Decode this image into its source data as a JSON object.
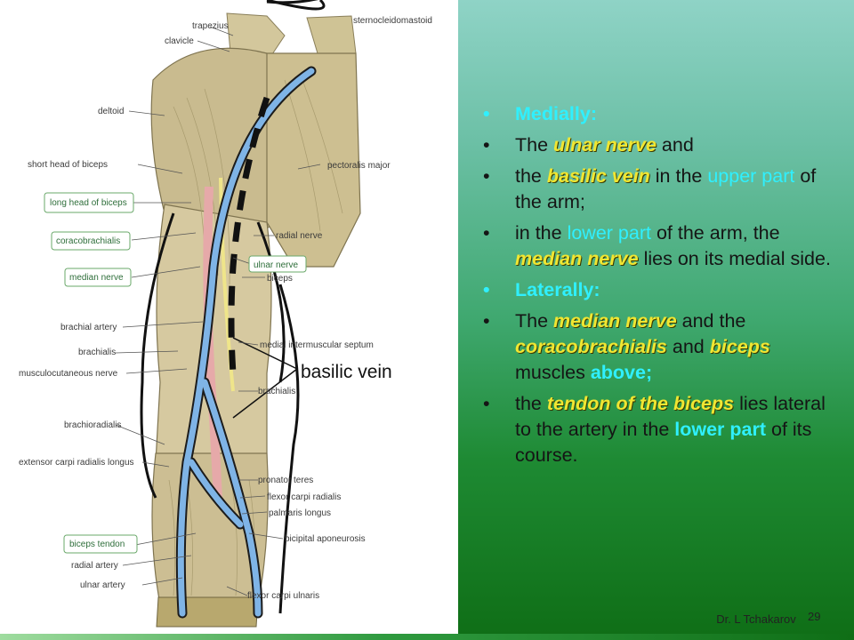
{
  "illustration": {
    "labels": {
      "trapezius": "trapezius",
      "sternocleidomastoid": "sternocleidomastoid",
      "clavicle": "clavicle",
      "deltoid": "deltoid",
      "short_head_biceps": "short head of biceps",
      "long_head_biceps": "long head of biceps",
      "coracobrachialis": "coracobrachialis",
      "median_nerve": "median nerve",
      "brachial_artery": "brachial artery",
      "brachialis_left": "brachialis",
      "musculocutaneous": "musculocutaneous nerve",
      "brachioradialis": "brachioradialis",
      "ext_carpi": "extensor carpi radialis longus",
      "biceps_tendon": "biceps tendon",
      "radial_artery": "radial artery",
      "ulnar_artery": "ulnar artery",
      "pectoralis_major": "pectoralis major",
      "radial_nerve": "radial nerve",
      "ulnar_nerve": "ulnar nerve",
      "biceps_right": "biceps",
      "medial_septum": "medial intermuscular septum",
      "brachialis_right": "brachialis",
      "pronator_teres": "pronator teres",
      "flexor_carpi_radialis": "flexor carpi radialis",
      "palmaris_longus": "palmaris longus",
      "bicipital_aponeurosis": "bicipital aponeurosis",
      "flexor_carpi_ulnaris": "flexor carpi ulnaris",
      "basilic_vein": "basilic vein"
    }
  },
  "bullets": {
    "b1": "Medially:",
    "b2": {
      "pre": "The ",
      "term": "ulnar nerve",
      "post": " and"
    },
    "b3": {
      "pre": "the ",
      "term": "basilic vein",
      "mid": " in the ",
      "cyan": "upper part",
      "post": " of the arm;"
    },
    "b4": {
      "pre": "in the ",
      "cyan": "lower part",
      "mid": " of the arm, the ",
      "term": "median nerve",
      "post": " lies on its medial side."
    },
    "b5": "Laterally:",
    "b6": {
      "pre": "The ",
      "term1": "median nerve",
      "mid1": " and the ",
      "term2": "coracobrachialis",
      "mid2": " and ",
      "term3": "biceps",
      "mid3": " muscles ",
      "cyan": "above;"
    },
    "b7": {
      "pre": "the ",
      "term": "tendon of the biceps",
      "mid": " lies lateral to the artery in the ",
      "cyan": "lower part",
      "post": " of its course."
    }
  },
  "footer": {
    "author": "Dr. L Tchakarov",
    "page": "29"
  },
  "colors": {
    "heading_cyan": "#2ff0ff",
    "term_yellow": "#f0e632",
    "vein_blue": "#7fb4e6",
    "muscle_tan": "#c9bb8f",
    "bg_green": "#0f6e16"
  }
}
